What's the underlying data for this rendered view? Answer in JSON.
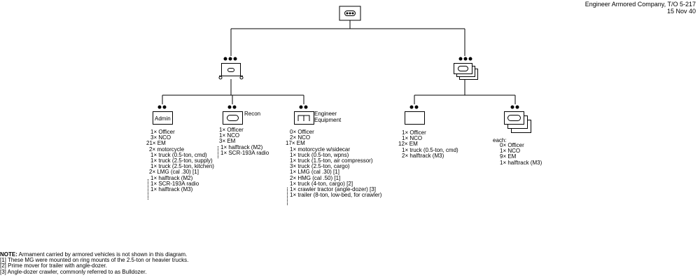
{
  "title": {
    "line1": "Engineer Armored Company, T/O 5-217",
    "line2": "15 Nov 40"
  },
  "units": {
    "hq": {
      "label": "Admin"
    },
    "recon": {
      "label": "Recon"
    },
    "equip": {
      "label1": "Engineer",
      "label2": "Equipment"
    }
  },
  "lists": {
    "admin": [
      "1× Officer",
      "3× NCO",
      "21× EM",
      "2× motorcycle",
      "1× truck (0.5-ton, cmd)",
      "1× truck (2.5-ton, supply)",
      "1× truck (2.5-ton, kitchen)",
      "2× LMG (cal .30) [1]",
      "1× halftrack (M2)",
      "1× SCR-193A radio",
      "1× halftrack (M3)"
    ],
    "recon": [
      "1× Officer",
      "1× NCO",
      "3× EM",
      "1× halftrack (M2)",
      "1× SCR-193A radio"
    ],
    "equip": [
      "0× Officer",
      "2× NCO",
      "17× EM",
      "1× motorcycle w/sidecar",
      "1× truck (0.5-ton, wpns)",
      "1× truck (1.5-ton, air compressor)",
      "3× truck (2.5-ton, cargo)",
      "1× LMG (cal .30) [1]",
      "2× HMG (cal .50) [1]",
      "1× truck (4-ton, cargo) [2]",
      "1× crawler tractor (angle-dozer) [3]",
      "1× trailer (8-ton, low-bed, for crawler)"
    ],
    "cmd": [
      "1× Officer",
      "1× NCO",
      "12× EM",
      "1× truck (0.5-ton, cmd)",
      "2× halftrack (M3)"
    ],
    "plt_each": "each:",
    "plt": [
      "0× Officer",
      "1× NCO",
      "9× EM",
      "1× halftrack (M3)"
    ]
  },
  "notes": {
    "note_head": "NOTE:",
    "note_text": " Armament carried by armored vehicles is not shown in this diagram.",
    "n1": "[1] These MG were mounted on ring mounts of the 2.5-ton or heavier trucks.",
    "n2": "[2] Prime mover for trailer with angle-dozer.",
    "n3": "[3] Angle-dozer crawler, commonly referred to as Bulldozer."
  }
}
